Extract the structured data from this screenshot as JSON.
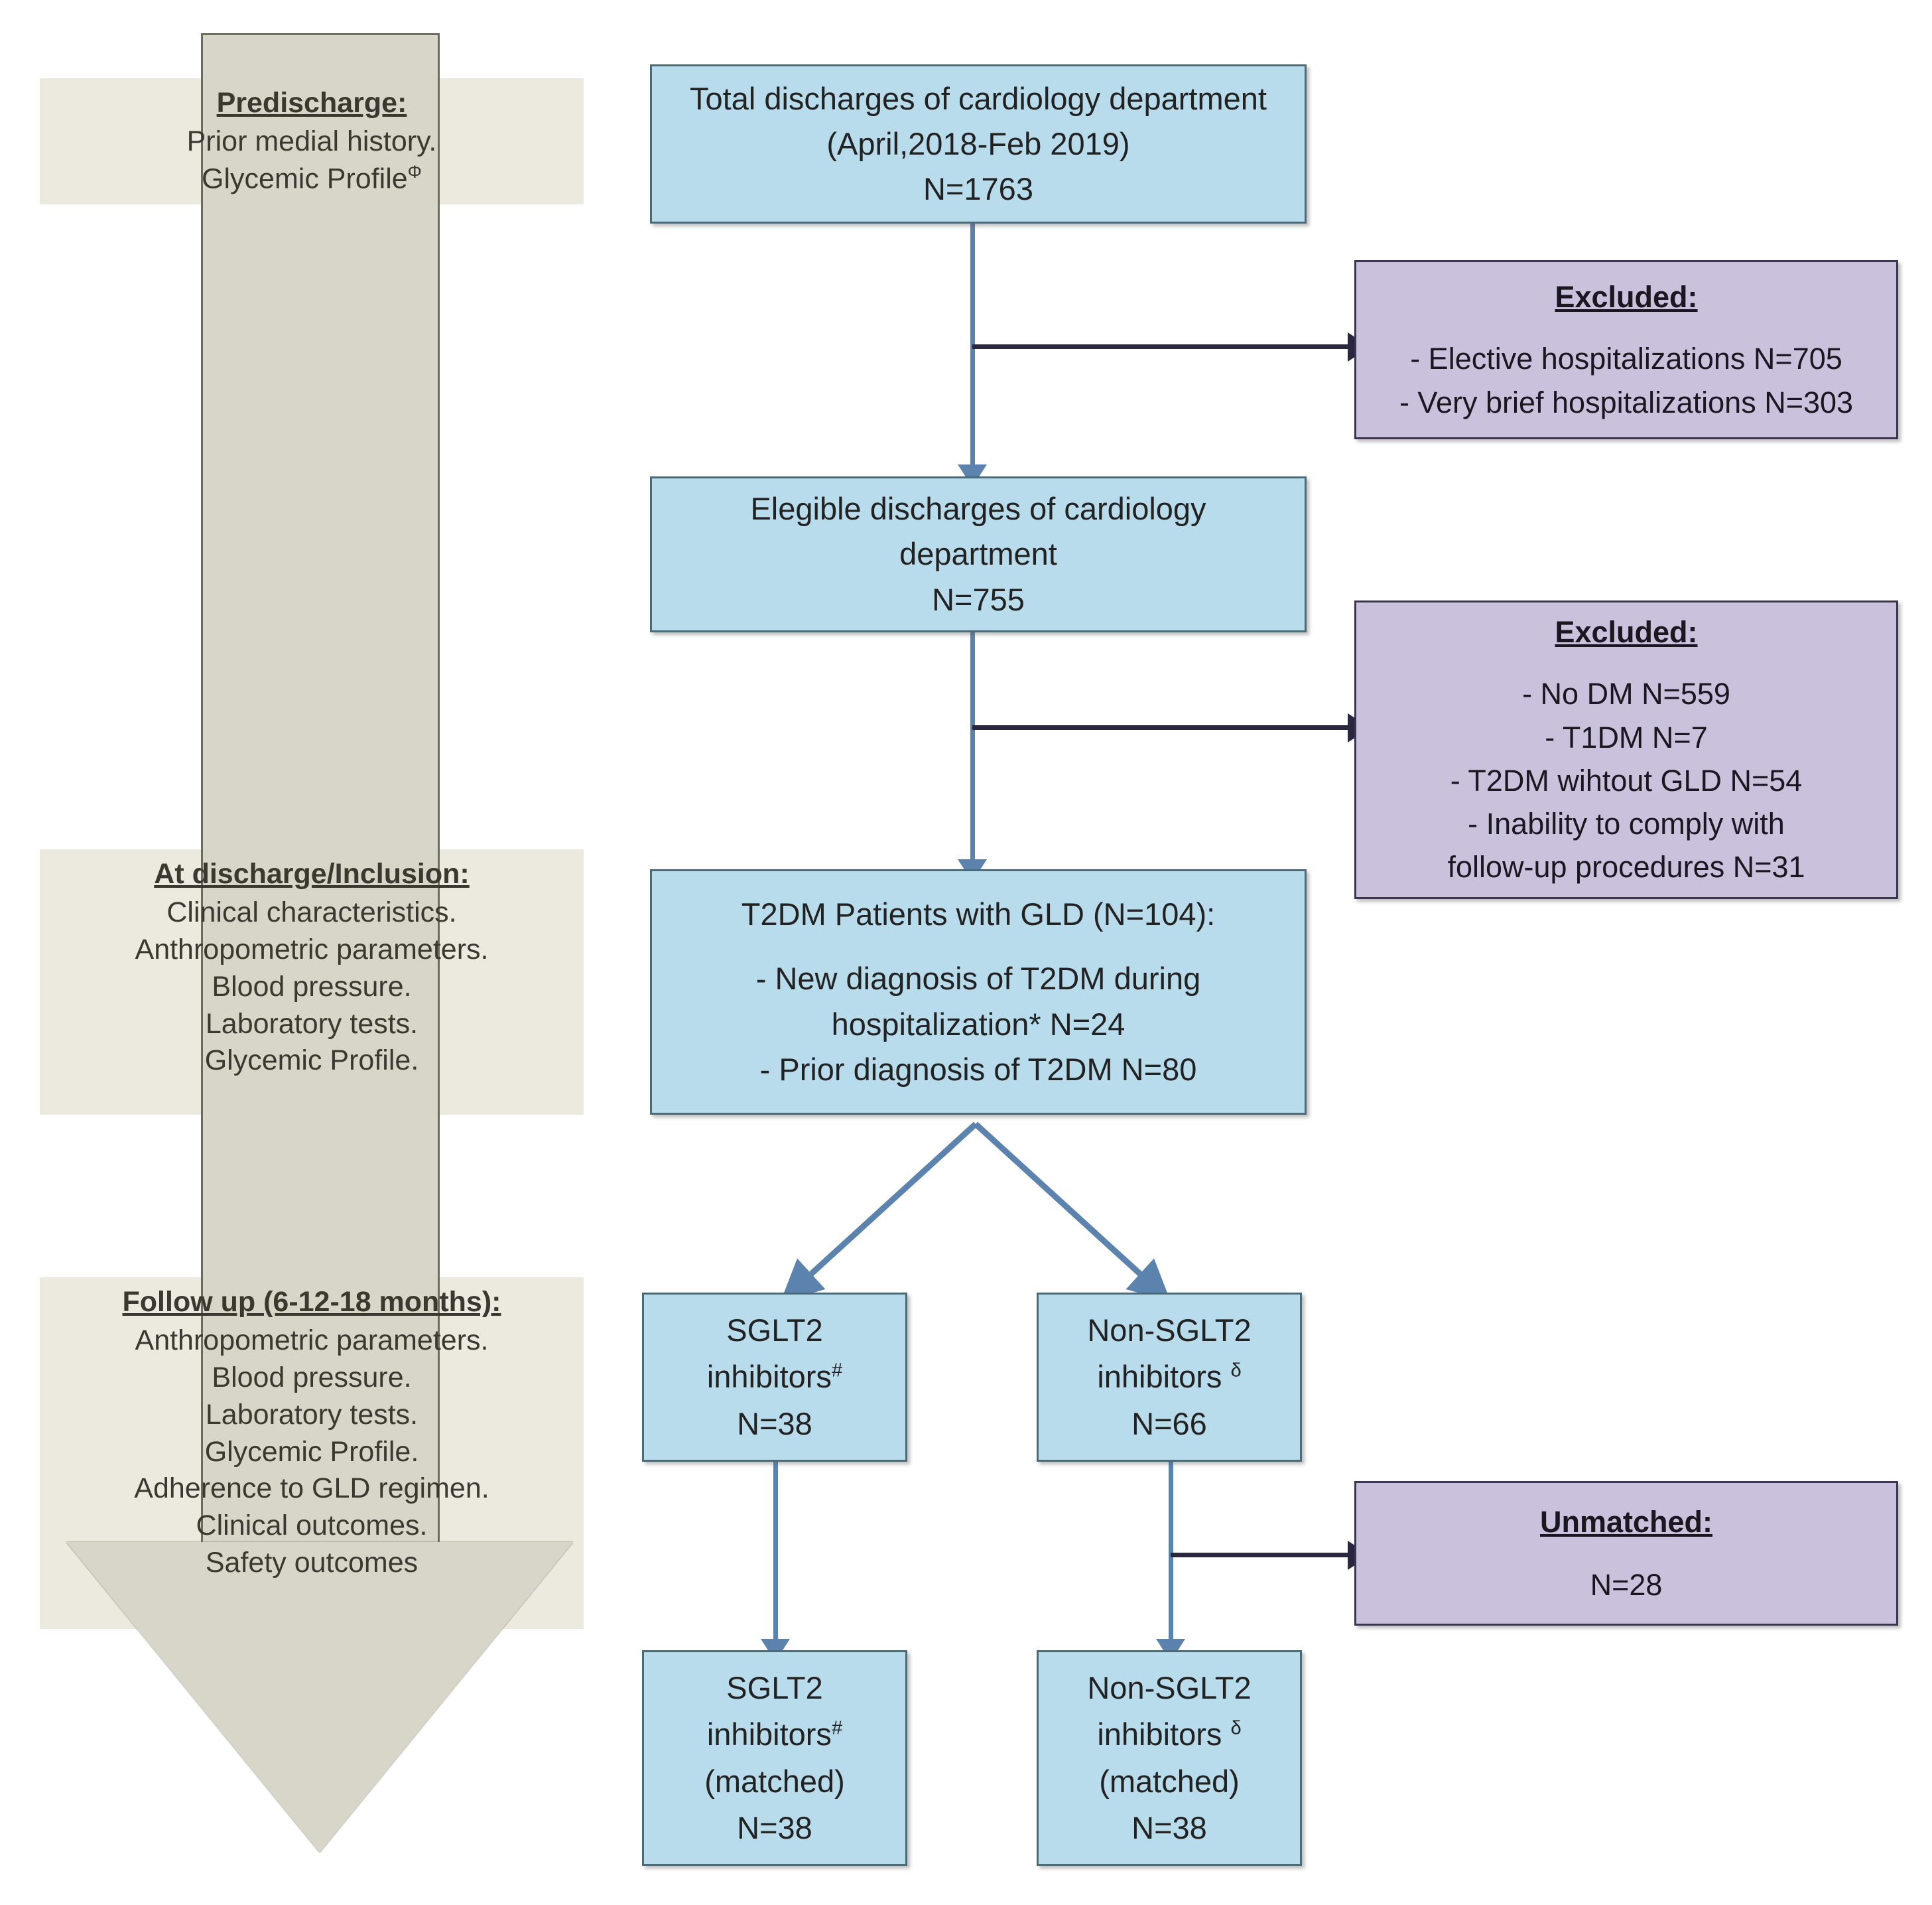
{
  "diagram": {
    "title": "Study flow diagram of cardiology department discharges",
    "colors": {
      "blue_fill": "#b8dceb",
      "blue_border": "#4a6b77",
      "purple_fill": "#cac2dc",
      "purple_border": "#3c3550",
      "band_fill": "#ece9df",
      "gray_arrow_fill": "#d8d6c9",
      "gray_arrow_border": "#6d6d5f",
      "vertical_connector": "#5b83ad",
      "horizontal_connector": "#2b2640"
    }
  },
  "timeline": {
    "stages": [
      {
        "name": "predischarge",
        "heading": "Predischarge:",
        "lines": [
          "Prior medial history.",
          "Glycemic Profile"
        ],
        "superscript": "Φ"
      },
      {
        "name": "at-discharge",
        "heading": "At discharge/Inclusion:",
        "lines": [
          "Clinical characteristics.",
          "Anthropometric parameters.",
          "Blood pressure.",
          "Laboratory tests.",
          "Glycemic Profile."
        ]
      },
      {
        "name": "follow-up",
        "heading": "Follow up (6-12-18 months):",
        "lines": [
          "Anthropometric parameters.",
          "Blood pressure.",
          "Laboratory tests.",
          "Glycemic Profile.",
          "Adherence to GLD regimen.",
          "Clinical outcomes.",
          "Safety outcomes"
        ]
      }
    ]
  },
  "flow": {
    "total_discharges": {
      "line1": "Total discharges of cardiology department",
      "line2": "(April,2018-Feb 2019)",
      "line3": "N=1763"
    },
    "eligible_discharges": {
      "line1": "Elegible discharges of cardiology",
      "line2": "department",
      "line3": "N=755"
    },
    "t2dm_with_gld": {
      "line1": "T2DM Patients with GLD (N=104):",
      "line2": "- New diagnosis of T2DM during",
      "line3": "hospitalization*  N=24",
      "line4": "- Prior diagnosis of T2DM N=80"
    },
    "sglt2": {
      "line1": "SGLT2",
      "line2": "inhibitors",
      "sup": "#",
      "line3": "N=38"
    },
    "non_sglt2": {
      "line1": "Non-SGLT2",
      "line2": "inhibitors",
      "sup": "δ",
      "line3": "N=66"
    },
    "sglt2_matched": {
      "line1": "SGLT2",
      "line2": "inhibitors",
      "sup": "#",
      "line3": "(matched)",
      "line4": "N=38"
    },
    "non_sglt2_matched": {
      "line1": "Non-SGLT2",
      "line2": "inhibitors",
      "sup": "δ",
      "line3": "(matched)",
      "line4": "N=38"
    }
  },
  "exclusions": {
    "first": {
      "heading": "Excluded:",
      "items": [
        "- Elective hospitalizations N=705",
        "- Very brief hospitalizations N=303"
      ]
    },
    "second": {
      "heading": "Excluded:",
      "items": [
        "- No DM N=559",
        "- T1DM N=7",
        "- T2DM wihtout GLD N=54",
        "- Inability to comply with",
        "follow-up procedures N=31"
      ]
    },
    "unmatched": {
      "heading": "Unmatched:",
      "value": "N=28"
    }
  }
}
